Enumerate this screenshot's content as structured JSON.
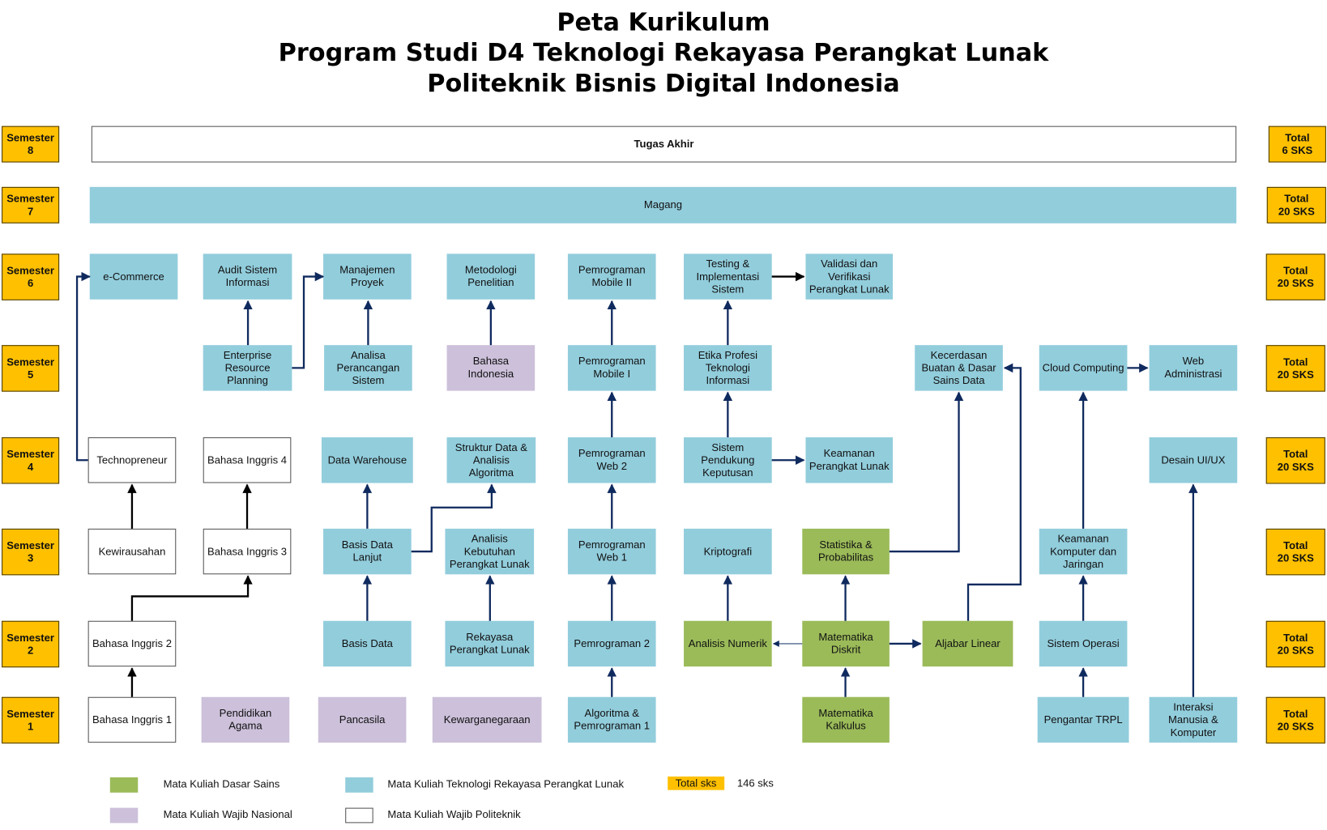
{
  "title": {
    "line1": "Peta Kurikulum",
    "line2": "Program Studi D4 Teknologi Rekayasa Perangkat Lunak",
    "line3": "Politeknik Bisnis Digital Indonesia"
  },
  "colors": {
    "dasar_sains": "#9BBB59",
    "trpl": "#92CDDC",
    "wajib_nasional": "#CCC0DA",
    "wajib_politeknik": "#FFFFFF",
    "semester_total": "#FFC000",
    "arrow": "#0F2A5E"
  },
  "semesters": [
    {
      "label": "Semester\n8",
      "total": "Total\n6 SKS"
    },
    {
      "label": "Semester\n7",
      "total": "Total\n20 SKS"
    },
    {
      "label": "Semester\n6",
      "total": "Total\n20 SKS"
    },
    {
      "label": "Semester\n5",
      "total": "Total\n20 SKS"
    },
    {
      "label": "Semester\n4",
      "total": "Total\n20 SKS"
    },
    {
      "label": "Semester\n3",
      "total": "Total\n20 SKS"
    },
    {
      "label": "Semester\n2",
      "total": "Total\n20 SKS"
    },
    {
      "label": "Semester\n1",
      "total": "Total\n20 SKS"
    }
  ],
  "courses": {
    "tugas_akhir": "Tugas Akhir",
    "magang": "Magang",
    "ecommerce": "e-Commerce",
    "audit_si": "Audit Sistem\nInformasi",
    "manajemen_proyek": "Manajemen\nProyek",
    "metodologi": "Metodologi\nPenelitian",
    "mobile2": "Pemrograman\nMobile II",
    "testing": "Testing &\nImplementasi\nSistem",
    "validasi": "Validasi dan\nVerifikasi\nPerangkat Lunak",
    "erp": "Enterprise\nResource\nPlanning",
    "analisa_perancangan": "Analisa\nPerancangan\nSistem",
    "bahasa_indonesia": "Bahasa\nIndonesia",
    "mobile1": "Pemrograman\nMobile I",
    "etika": "Etika Profesi\nTeknologi\nInformasi",
    "kecerdasan": "Kecerdasan\nBuatan & Dasar\nSains Data",
    "cloud": "Cloud Computing",
    "web_admin": "Web\nAdministrasi",
    "technopreneur": "Technopreneur",
    "inggris4": "Bahasa Inggris 4",
    "data_warehouse": "Data Warehouse",
    "struktur_data": "Struktur Data &\nAnalisis\nAlgoritma",
    "web2": "Pemrograman\nWeb 2",
    "spk": "Sistem\nPendukung\nKeputusan",
    "keamanan_pl": "Keamanan\nPerangkat Lunak",
    "uiux": "Desain UI/UX",
    "kewirausahan": "Kewirausahan",
    "inggris3": "Bahasa Inggris 3",
    "basis_data_lanjut": "Basis Data\nLanjut",
    "analisis_kebutuhan": "Analisis\nKebutuhan\nPerangkat Lunak",
    "web1": "Pemrograman\nWeb 1",
    "kriptografi": "Kriptografi",
    "statistika": "Statistika &\nProbabilitas",
    "keamanan_kj": "Keamanan\nKomputer dan\nJaringan",
    "inggris2": "Bahasa Inggris 2",
    "basis_data": "Basis Data",
    "rpl": "Rekayasa\nPerangkat Lunak",
    "pemrograman2": "Pemrograman 2",
    "analisis_numerik": "Analisis Numerik",
    "matdis": "Matematika\nDiskrit",
    "aljabar": "Aljabar Linear",
    "sistem_operasi": "Sistem Operasi",
    "inggris1": "Bahasa Inggris 1",
    "agama": "Pendidikan\nAgama",
    "pancasila": "Pancasila",
    "kewarganegaraan": "Kewarganegaraan",
    "algoritma": "Algoritma &\nPemrograman 1",
    "kalkulus": "Matematika\nKalkulus",
    "pengantar_trpl": "Pengantar TRPL",
    "imk": "Interaksi\nManusia &\nKomputer"
  },
  "legend": {
    "dasar_sains": "Mata Kuliah Dasar Sains",
    "wajib_nasional": "Mata Kuliah Wajib Nasional",
    "trpl": "Mata Kuliah Teknologi Rekayasa Perangkat Lunak",
    "wajib_politeknik": "Mata Kuliah Wajib Politeknik",
    "total_label": "Total sks",
    "total_value": "146 sks"
  }
}
